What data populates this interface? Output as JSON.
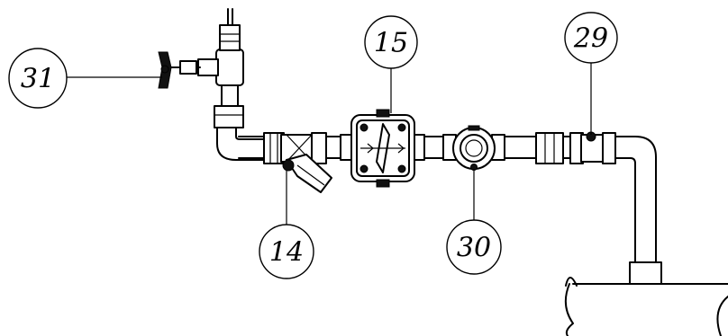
{
  "callouts": {
    "c31": "31",
    "c15": "15",
    "c29": "29",
    "c14": "14",
    "c30": "30"
  }
}
